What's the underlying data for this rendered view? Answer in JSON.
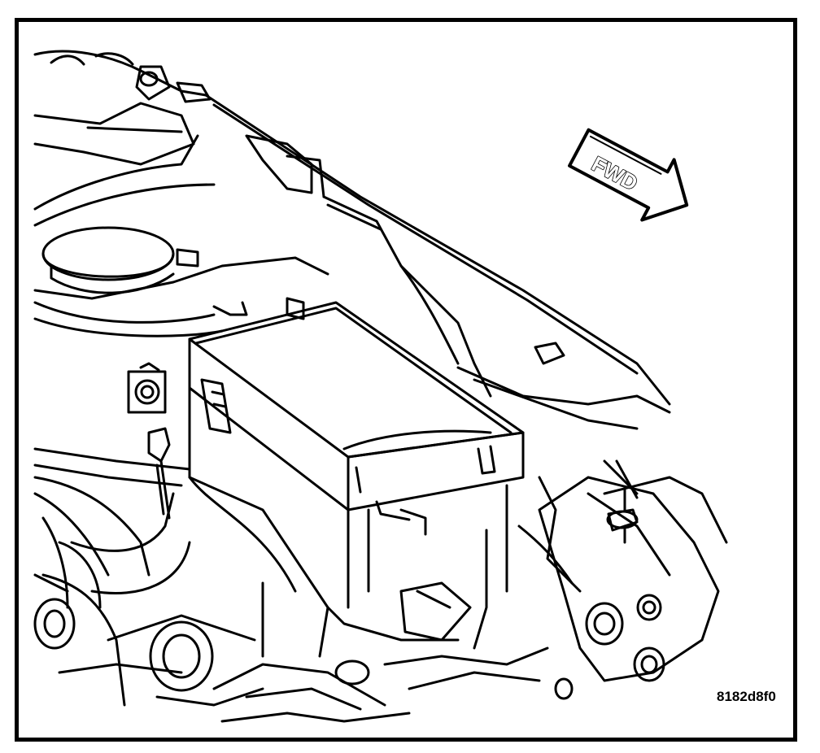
{
  "arrow": {
    "label": "FWD",
    "direction": "forward"
  },
  "figure": {
    "id": "8182d8f0"
  },
  "colors": {
    "line": "#000000",
    "background": "#ffffff"
  }
}
